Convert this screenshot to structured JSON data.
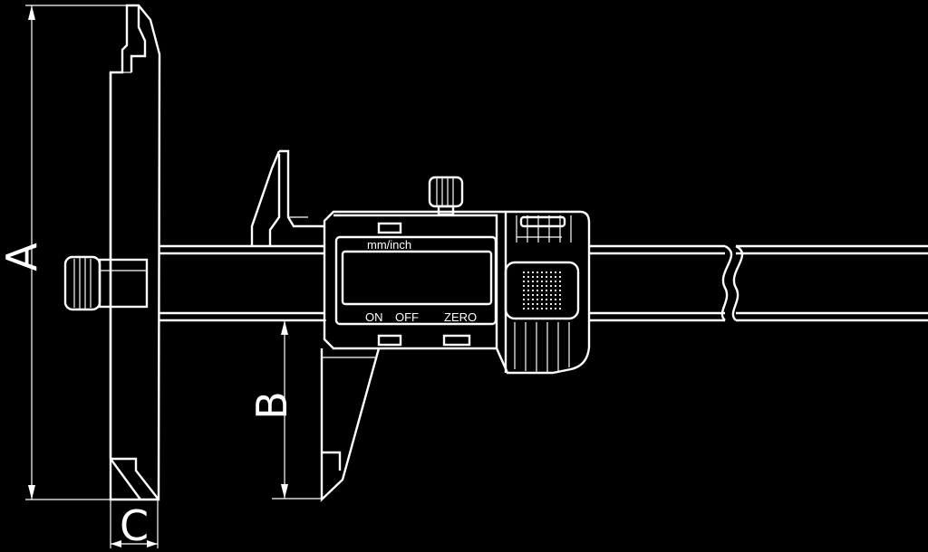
{
  "dimensions": {
    "a": "A",
    "b": "B",
    "c": "C"
  },
  "display": {
    "unit_label": "mm/inch",
    "on_label": "ON",
    "off_label": "OFF",
    "zero_label": "ZERO"
  }
}
